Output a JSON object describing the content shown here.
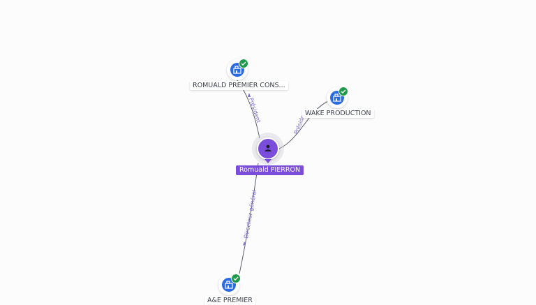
{
  "person": {
    "name": "Romuald PIERRON",
    "icon": "person-icon",
    "color": "#7b4ddb"
  },
  "companies": [
    {
      "name": "ROMUALD PREMIER CONS...",
      "icon": "company-building-icon",
      "verified": true
    },
    {
      "name": "WAKE PRODUCTION",
      "icon": "company-building-icon",
      "verified": true
    },
    {
      "name": "A&E PREMIER",
      "icon": "company-building-icon",
      "verified": true
    }
  ],
  "edges": [
    {
      "label": "Président"
    },
    {
      "label": "Préside"
    },
    {
      "label": "Directeur général"
    }
  ],
  "colors": {
    "edge": "#5a5e6b",
    "edge_label": "#7b6bd0",
    "company": "#2a6be0",
    "verified": "#1e9a4a"
  }
}
